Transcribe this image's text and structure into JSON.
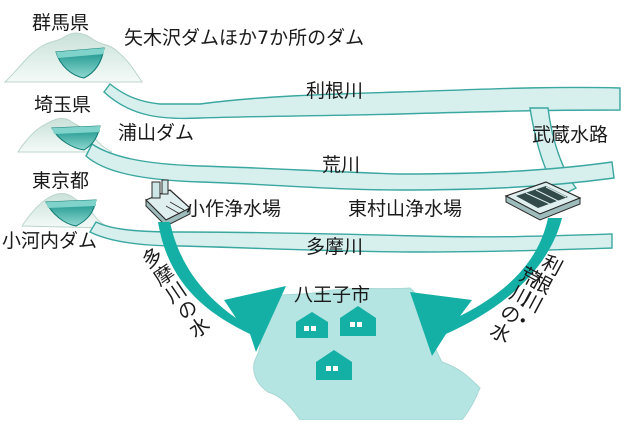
{
  "prefectures": {
    "gunma": "群馬県",
    "saitama": "埼玉県",
    "tokyo": "東京都"
  },
  "dams": {
    "yagisawa": "矢木沢ダムほか7か所のダム",
    "urayama": "浦山ダム",
    "ogouchi": "小河内ダム"
  },
  "rivers": {
    "tone": "利根川",
    "ara": "荒川",
    "tama": "多摩川",
    "musashi_canal": "武蔵水路"
  },
  "plants": {
    "ozaku": "小作浄水場",
    "higashimurayama": "東村山浄水場"
  },
  "city": "八王子市",
  "flows": {
    "tama_water": "多摩川の水",
    "tone_ara_water_col1": "利根川・",
    "tone_ara_water_col2": "荒川の水"
  },
  "colors": {
    "river_fill": "#d7efed",
    "river_stroke": "#3aa7a0",
    "arrow": "#14b0a6",
    "city": "#b5e5e2",
    "mountain": "#dfeee9",
    "dam_water": "#2fb5a9"
  }
}
